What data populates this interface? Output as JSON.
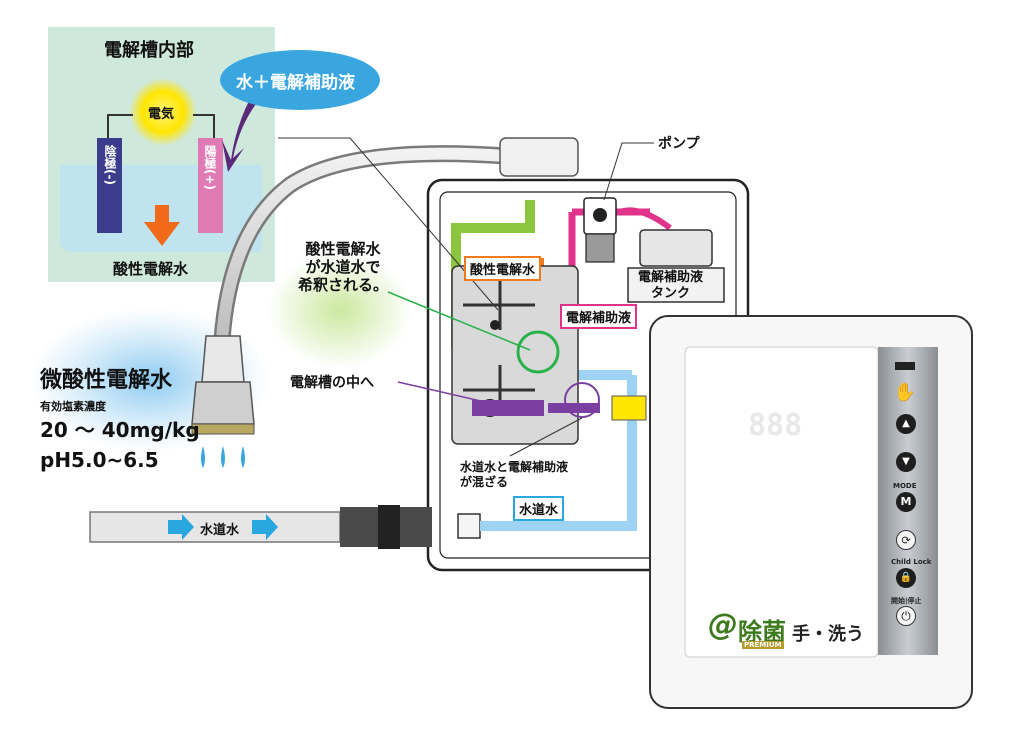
{
  "electrolysis_panel": {
    "title": "電解槽内部",
    "electricity": "電気",
    "cathode": "陰極(-)",
    "anode": "陽極(+)",
    "product": "酸性電解水",
    "input_bubble": "水＋電解補助液"
  },
  "output": {
    "title": "微酸性電解水",
    "concentration_label": "有効塩素濃度",
    "concentration_value": "20 ～ 40mg/kg",
    "ph": "pH5.0~6.5"
  },
  "labels": {
    "pump": "ポンプ",
    "acid_water": "酸性電解水",
    "dilution_note": [
      "酸性電解水",
      "が水道水で",
      "希釈される。"
    ],
    "into_cell": "電解槽の中へ",
    "additive": "電解補助液",
    "tank": [
      "電解補助液",
      "タンク"
    ],
    "mix_note": [
      "水道水と電解補助液",
      "が混ざる"
    ],
    "tap_water_box": "水道水",
    "tap_water_pipe": "水道水"
  },
  "device": {
    "display": "888",
    "mode_label": "MODE",
    "mode_btn": "M",
    "child_lock": "Child Lock",
    "start_stop": "開始|停止",
    "brand_at": "@",
    "brand_name": "除菌",
    "brand_sub": "PREMIUM",
    "brand_tag": "手・洗う"
  },
  "colors": {
    "panel_bg": "#cfe8dc",
    "acid": "#f07a1c",
    "additive": "#e0338a",
    "tap": "#29a8e0",
    "mixed": "#7a3fa0",
    "green_pipe": "#8cc63f"
  }
}
